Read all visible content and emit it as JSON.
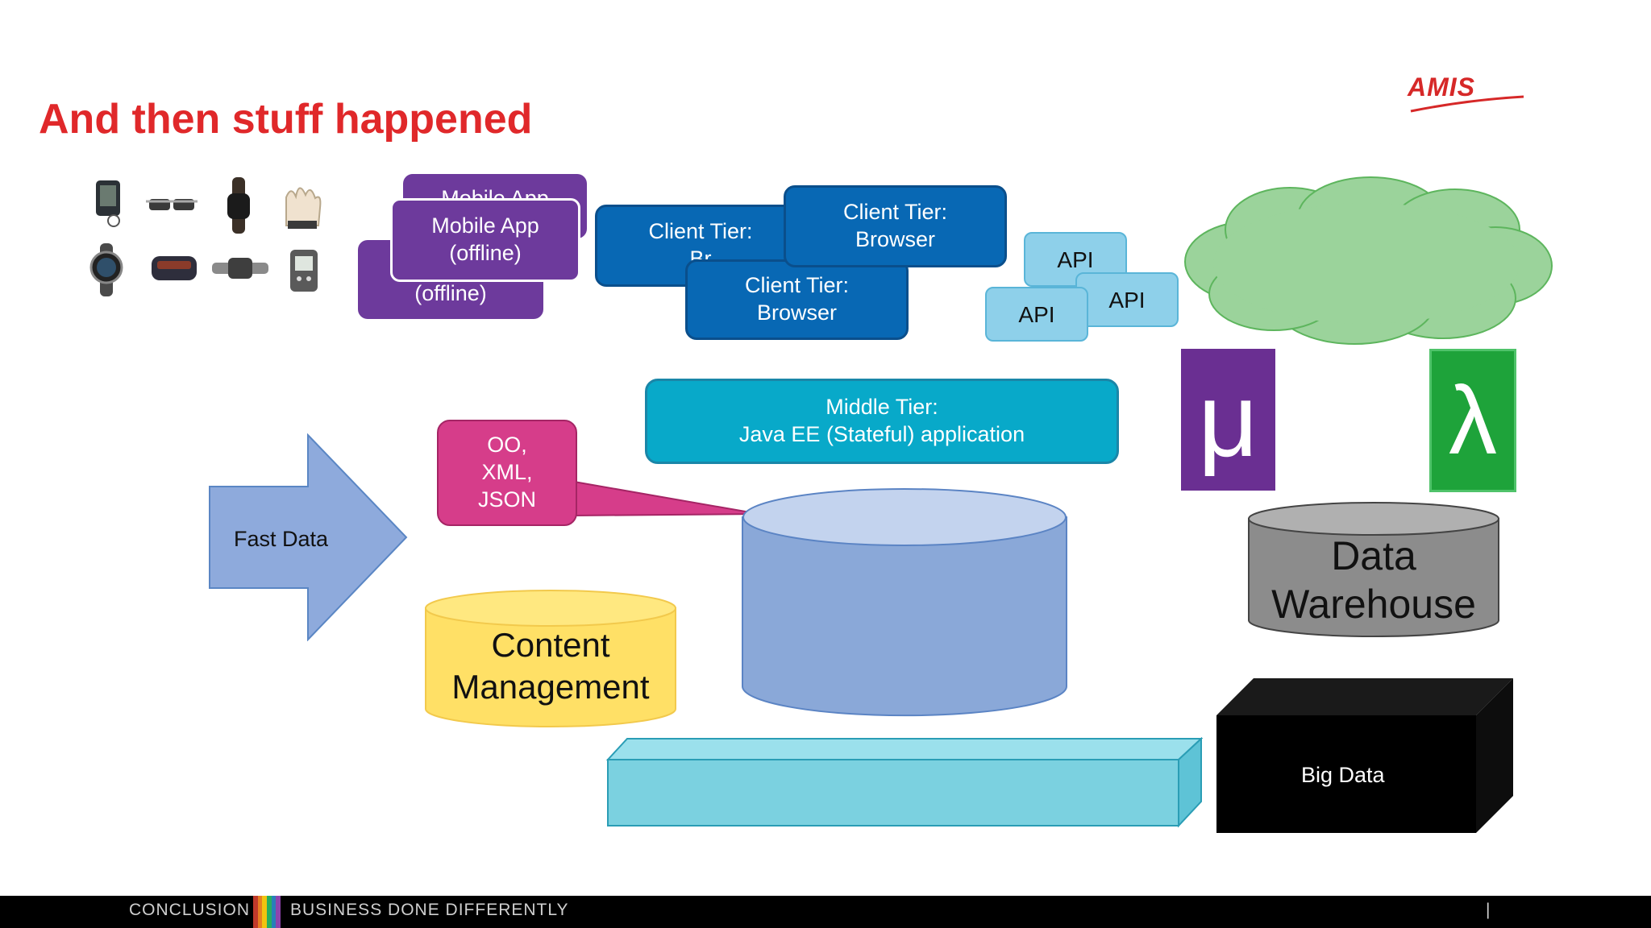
{
  "slide": {
    "title": "And then stuff happened",
    "logo_text": "AMIS"
  },
  "diagram": {
    "devices": [
      "tablet-icon",
      "smart-glasses-icon",
      "smartwatch-icon",
      "glove-icon",
      "round-watch-icon",
      "headband-icon",
      "fitness-band-icon",
      "device-icon"
    ],
    "mobile_app": {
      "back_label": "Mobile App",
      "front_label": "Mobile App\n(offline)",
      "bottom_label": "(offline)"
    },
    "client_tier": {
      "left_label": "Client Tier:\nBr",
      "top_label": "Client Tier:\nBrowser",
      "bottom_label": "Client Tier:\nBrowser"
    },
    "api": {
      "label_1": "API",
      "label_2": "API",
      "label_3": "API"
    },
    "micro_symbol": "μ",
    "lambda_symbol": "λ",
    "middle_tier": "Middle Tier:\nJava EE (Stateful) application",
    "data_formats": "OO,\nXML,\nJSON",
    "fast_data": "Fast Data",
    "content_management": "Content\nManagement",
    "data_warehouse": "Data\nWarehouse",
    "big_data": "Big Data"
  },
  "footer": {
    "section": "CONCLUSION",
    "tagline": "BUSINESS DONE DIFFERENTLY",
    "marker": "|"
  },
  "colors": {
    "title": "#e0282a",
    "purple": "#6d3a9c",
    "client_blue": "#0868b4",
    "api": "#8ed0ea",
    "middle_tier": "#08a9c9",
    "callout": "#d63d8a",
    "database": "#8aa8d8",
    "content": "#ffe066",
    "warehouse": "#8c8c8c",
    "cloud": "#9bd39b",
    "micro": "#6a2f92",
    "lambda": "#1ea33a",
    "bus": "#7bd1e0",
    "big_data": "#000000"
  }
}
